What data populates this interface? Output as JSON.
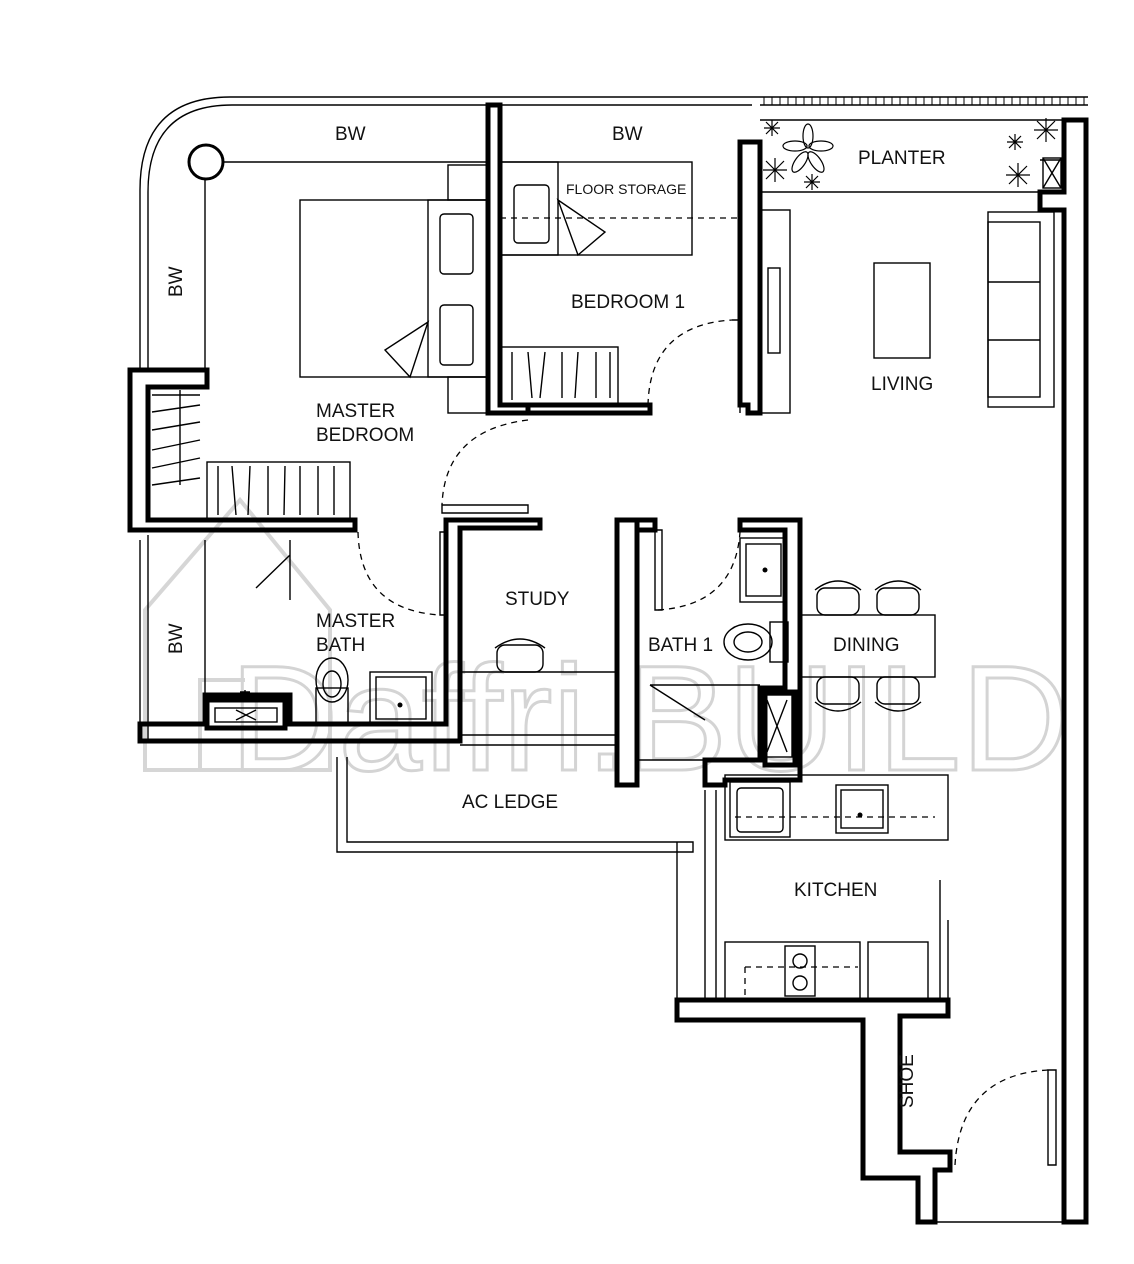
{
  "labels": {
    "bw_top_left": "BW",
    "bw_top_right": "BW",
    "bw_left_upper": "BW",
    "bw_left_lower": "BW",
    "planter": "PLANTER",
    "floor_storage": "FLOOR STORAGE",
    "bedroom1": "BEDROOM 1",
    "living": "LIVING",
    "master_bedroom_line1": "MASTER",
    "master_bedroom_line2": "BEDROOM",
    "study": "STUDY",
    "master_bath_line1": "MASTER",
    "master_bath_line2": "BATH",
    "bath1": "BATH 1",
    "dining": "DINING",
    "ac_ledge": "AC LEDGE",
    "kitchen": "KITCHEN",
    "shoe": "SHOE"
  },
  "watermark": "Daffri.BUILD"
}
